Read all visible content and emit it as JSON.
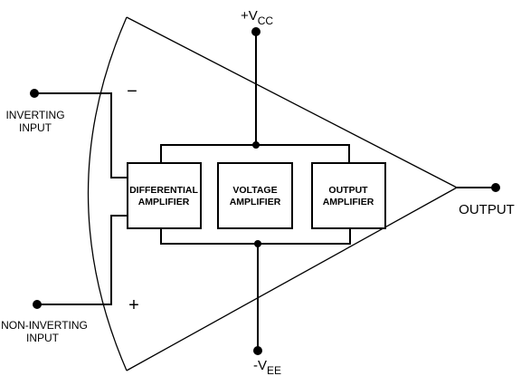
{
  "labels": {
    "vcc_main": "+V",
    "vcc_sub": "CC",
    "vee_main": "-V",
    "vee_sub": "EE",
    "inverting_line1": "INVERTING",
    "inverting_line2": "INPUT",
    "noninverting_line1": "NON-INVERTING",
    "noninverting_line2": "INPUT",
    "output": "OUTPUT",
    "minus_sign": "−",
    "plus_sign": "+"
  },
  "blocks": [
    {
      "line1": "DIFFERENTIAL",
      "line2": "AMPLIFIER"
    },
    {
      "line1": "VOLTAGE",
      "line2": "AMPLIFIER"
    },
    {
      "line1": "OUTPUT",
      "line2": "AMPLIFIER"
    }
  ]
}
